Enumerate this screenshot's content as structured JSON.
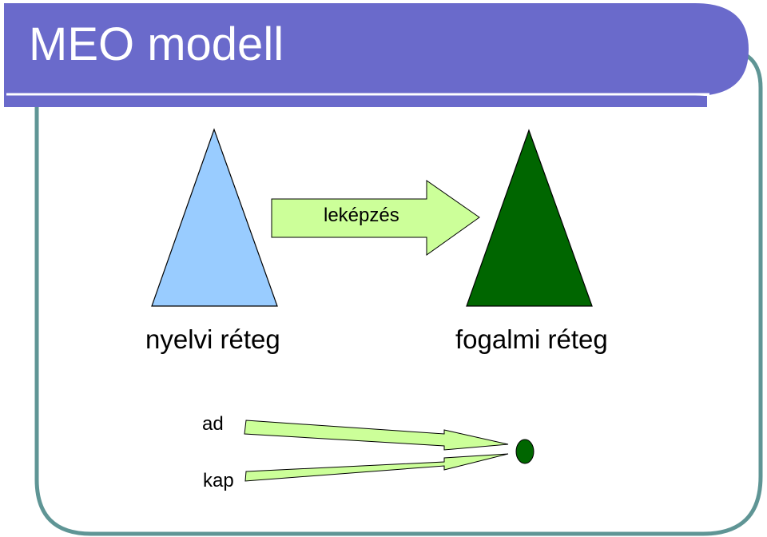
{
  "slide": {
    "title": "MEO modell",
    "colors": {
      "title_bar": "#6a6acb",
      "frame": "#5f9595",
      "left_triangle": "#99ccff",
      "right_triangle": "#006600",
      "arrow_fill": "#ccff99",
      "dot_fill": "#006600"
    }
  },
  "diagram": {
    "left_layer_label": "nyelvi réteg",
    "right_layer_label": "fogalmi réteg",
    "mapping_label": "leképzés",
    "give_label": "ad",
    "receive_label": "kap"
  }
}
